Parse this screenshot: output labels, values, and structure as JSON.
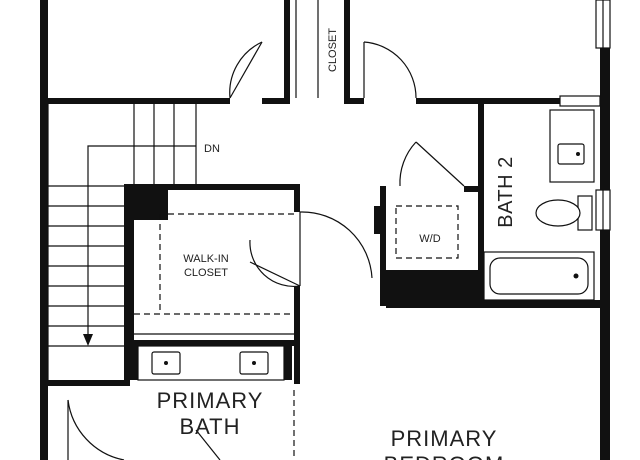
{
  "labels": {
    "closet": "CLOSET",
    "dn": "DN",
    "bath2": "BATH 2",
    "wd": "W/D",
    "walkin_line1": "WALK-IN",
    "walkin_line2": "CLOSET",
    "primary_bath_line1": "PRIMARY",
    "primary_bath_line2": "BATH",
    "primary_bedroom_line1": "PRIMARY",
    "primary_bedroom_line2": "BEDROOM"
  }
}
